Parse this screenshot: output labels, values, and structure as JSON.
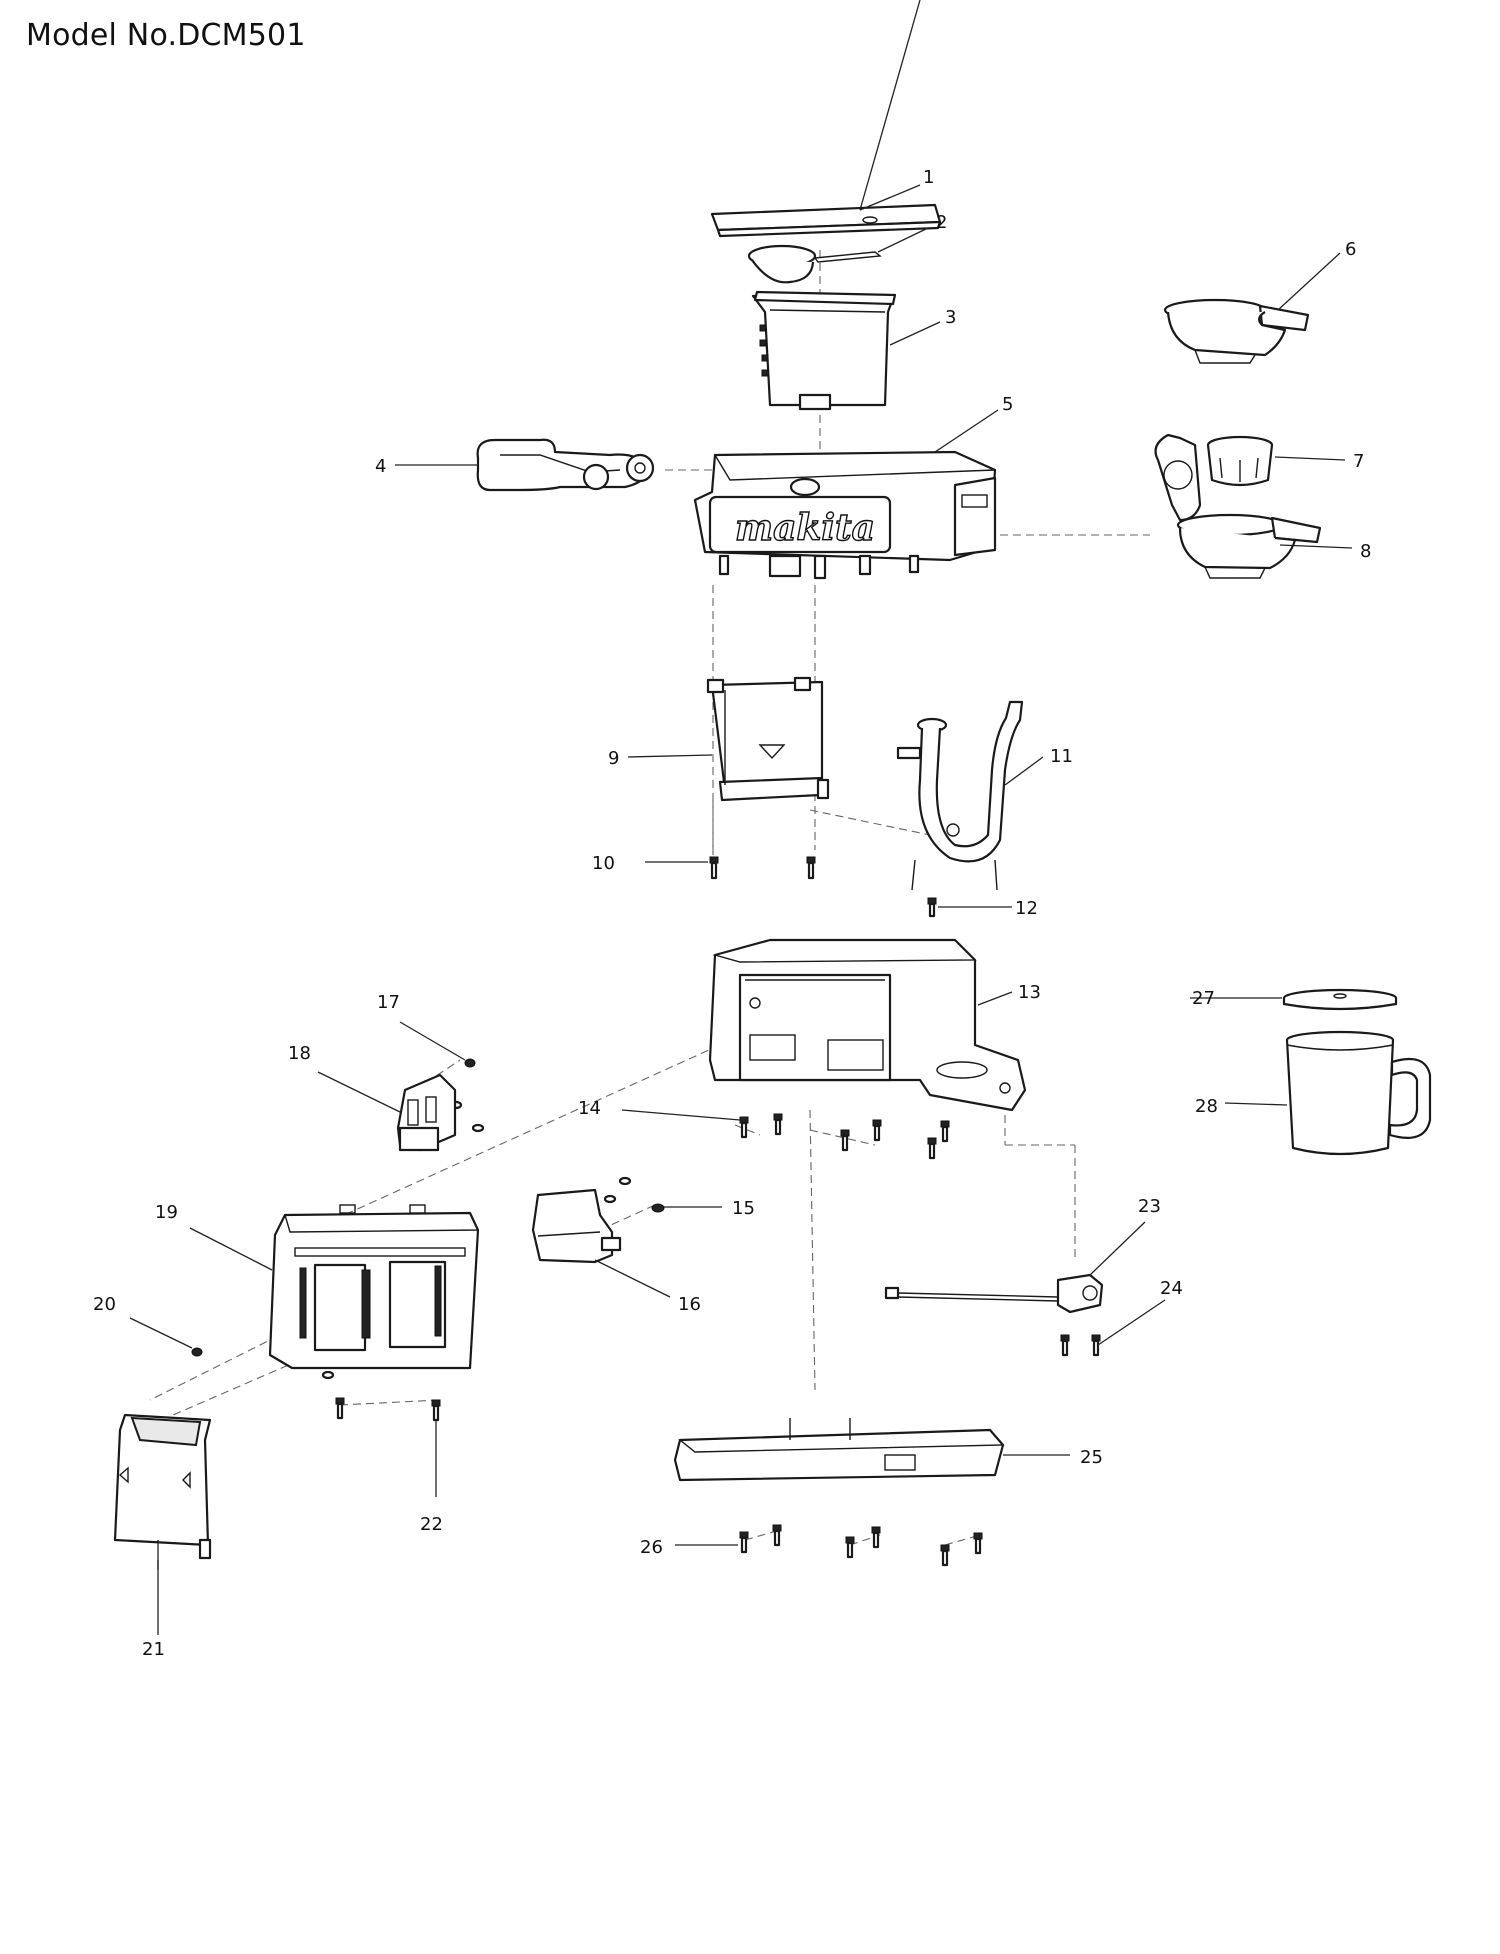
{
  "title": "Model No.DCM501",
  "parts": [
    {
      "id": "p1",
      "num": "1"
    },
    {
      "id": "p2",
      "num": "2"
    },
    {
      "id": "p3",
      "num": "3"
    },
    {
      "id": "p4",
      "num": "4"
    },
    {
      "id": "p5",
      "num": "5"
    },
    {
      "id": "p6",
      "num": "6"
    },
    {
      "id": "p7",
      "num": "7"
    },
    {
      "id": "p8",
      "num": "8"
    },
    {
      "id": "p9",
      "num": "9"
    },
    {
      "id": "p10",
      "num": "10"
    },
    {
      "id": "p11",
      "num": "11"
    },
    {
      "id": "p12",
      "num": "12"
    },
    {
      "id": "p13",
      "num": "13"
    },
    {
      "id": "p14",
      "num": "14"
    },
    {
      "id": "p15",
      "num": "15"
    },
    {
      "id": "p16",
      "num": "16"
    },
    {
      "id": "p17",
      "num": "17"
    },
    {
      "id": "p18",
      "num": "18"
    },
    {
      "id": "p19",
      "num": "19"
    },
    {
      "id": "p20",
      "num": "20"
    },
    {
      "id": "p21",
      "num": "21"
    },
    {
      "id": "p22",
      "num": "22"
    },
    {
      "id": "p23",
      "num": "23"
    },
    {
      "id": "p24",
      "num": "24"
    },
    {
      "id": "p25",
      "num": "25"
    },
    {
      "id": "p26",
      "num": "26"
    },
    {
      "id": "p27",
      "num": "27"
    },
    {
      "id": "p28",
      "num": "28"
    }
  ],
  "brand_mark": "makita"
}
